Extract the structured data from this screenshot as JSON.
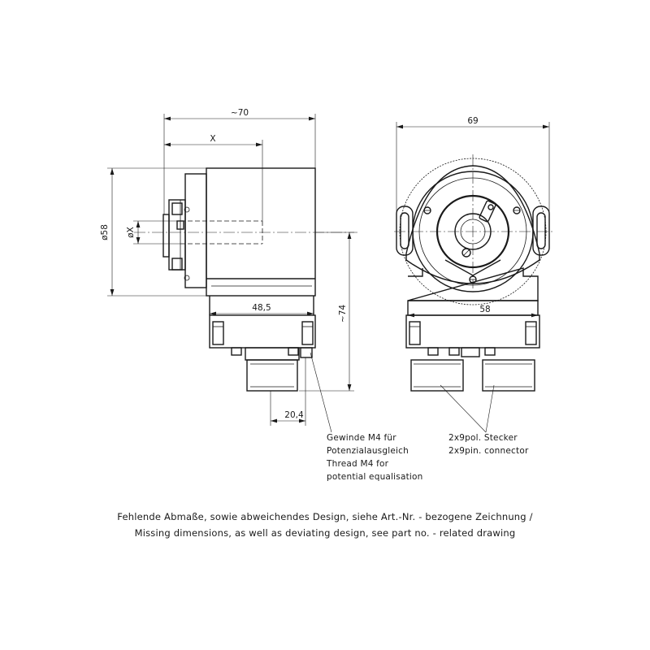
{
  "dimensions": {
    "overall_length": "~70",
    "shaft_depth": "X",
    "body_diameter": "ø58",
    "shaft_diameter": "øX",
    "base_width_side": "48,5",
    "overall_height": "~74",
    "connector_offset": "20,4",
    "front_width": "69",
    "base_width_front": "58"
  },
  "callouts": {
    "thread": [
      "Gewinde M4 für",
      "Potenzialausgleich",
      "Thread M4 for",
      "potential equalisation"
    ],
    "connector": [
      "2x9pol. Stecker",
      "2x9pin. connector"
    ]
  },
  "footer": {
    "line1": "Fehlende Abmaße, sowie abweichendes Design, siehe Art.-Nr. - bezogene Zeichnung /",
    "line2": "Missing dimensions, as well as deviating design, see part no. - related drawing"
  }
}
